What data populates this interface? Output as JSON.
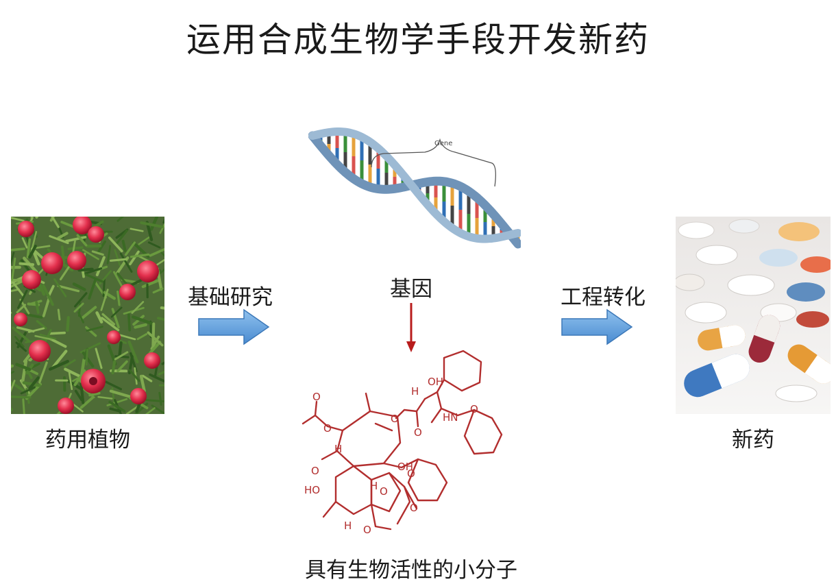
{
  "title": "运用合成生物学手段开发新药",
  "plant": {
    "label": "药用植物"
  },
  "step1": {
    "label": "基础研究"
  },
  "gene": {
    "label": "基因",
    "tag": "Gene"
  },
  "step2": {
    "label": "工程转化"
  },
  "drug": {
    "label": "新药"
  },
  "molecule": {
    "label": "具有生物活性的小分子",
    "atoms": [
      "OH",
      "H",
      "HN",
      "O",
      "O",
      "O",
      "O",
      "OH",
      "O",
      "H",
      "O",
      "HO",
      "H",
      "O",
      "O",
      "O",
      "H",
      "O"
    ]
  },
  "colors": {
    "arrow": "#5b9bd5",
    "molecule": "#b22e2e",
    "down_arrow": "#b81c1c"
  }
}
